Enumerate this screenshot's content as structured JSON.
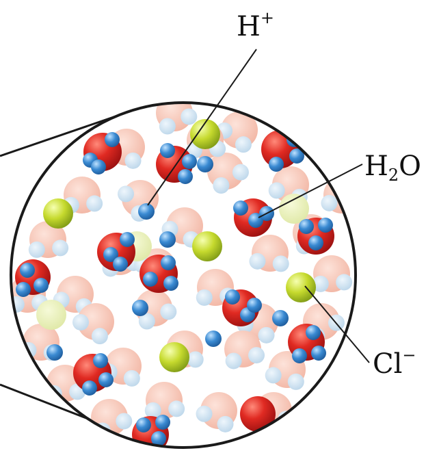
{
  "labels": {
    "hydrogen_ion": {
      "base": "H",
      "sup": "+"
    },
    "water": {
      "base1": "H",
      "sub": "2",
      "base2": "O"
    },
    "chloride_ion": {
      "base": "Cl",
      "sup": "−"
    }
  },
  "colors": {
    "oxygen": "#d42020",
    "hydrogen": "#3a86cf",
    "chloride": "#c3d62c",
    "background_molecule": "#f6c6b8",
    "background_hydrogen": "#cfe3f2",
    "circle_outline": "#1a1a1a"
  }
}
